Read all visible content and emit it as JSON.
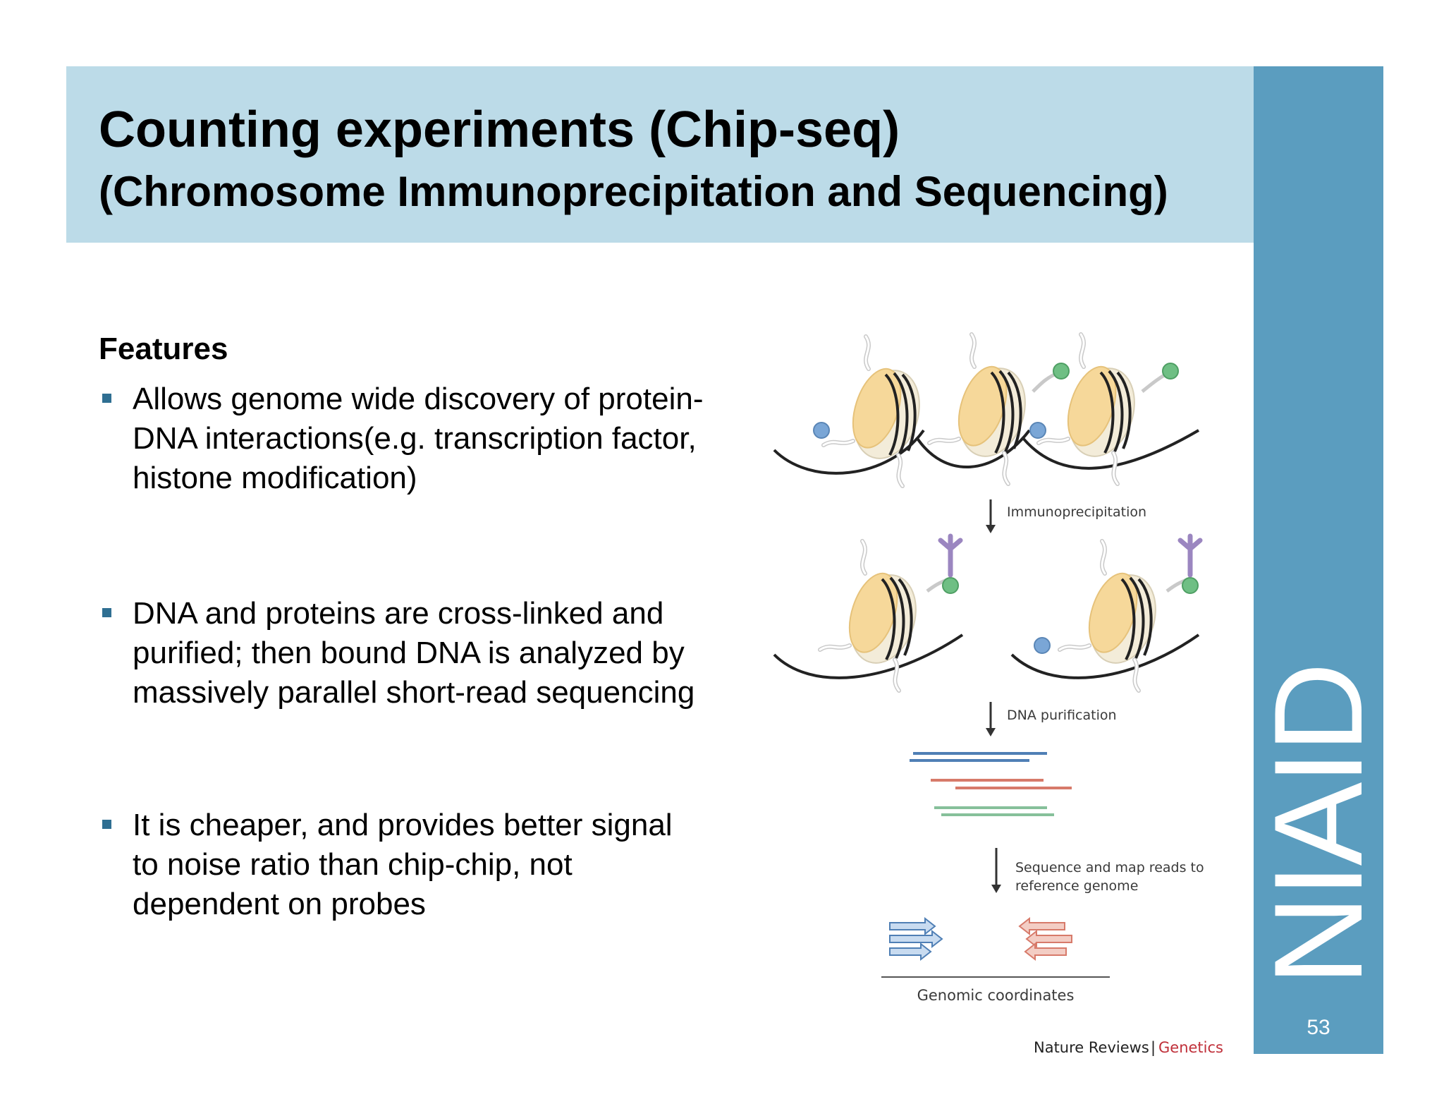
{
  "slide": {
    "title": "Counting experiments (Chip-seq)",
    "subtitle": "(Chromosome Immunoprecipitation and Sequencing)",
    "page_number": "53",
    "logo_text": "NIAID",
    "colors": {
      "title_bar": "#bcdbe8",
      "side_band": "#5b9dbf",
      "bullet_marker": "#2f6f92"
    }
  },
  "content": {
    "heading": "Features",
    "bullets": [
      "Allows genome wide discovery of protein-DNA interactions(e.g. transcription factor, histone modification)",
      "DNA and proteins are cross-linked and purified; then bound DNA is analyzed by massively parallel short-read sequencing",
      "It is cheaper, and provides better signal to noise ratio than chip-chip, not dependent on probes"
    ]
  },
  "figure": {
    "step1_label": "Immunoprecipitation",
    "step2_label": "DNA purification",
    "step3_label_line1": "Sequence and map reads to",
    "step3_label_line2": "reference genome",
    "axis_label": "Genomic coordinates",
    "credit_source": "Nature Reviews",
    "credit_separator": "|",
    "credit_journal": "Genetics",
    "colors": {
      "histone": "#f6d89a",
      "dna": "#222222",
      "blue_mark": "#7aa6d6",
      "green_mark": "#6fbf84",
      "antibody": "#9b86c0",
      "read_blue": "#4f7fb5",
      "read_red": "#d77a6a",
      "read_green": "#86c09a",
      "credit_red": "#c0303a"
    }
  }
}
